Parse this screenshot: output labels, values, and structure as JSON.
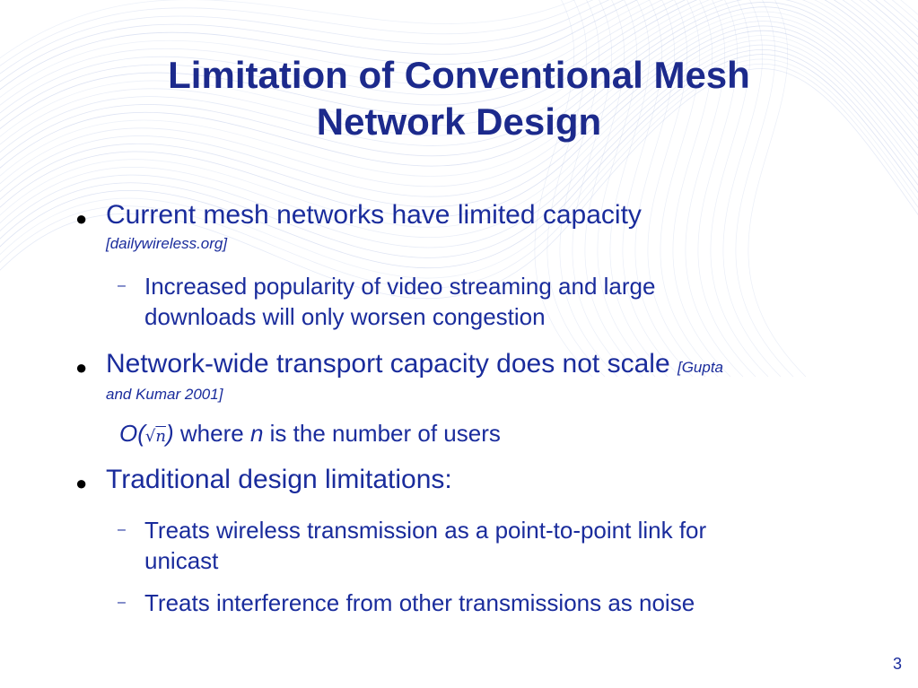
{
  "title": {
    "line1": "Limitation of Conventional Mesh",
    "line2": "Network Design"
  },
  "bullets": [
    {
      "text": "Current mesh networks have limited capacity",
      "cite": "[dailywireless.org]",
      "subitems": [
        "Increased popularity of video streaming and large",
        "downloads will only worsen congestion"
      ]
    },
    {
      "text": "Network-wide transport capacity does not scale",
      "cite_a": "[Gupta",
      "cite_b": "and Kumar 2001]",
      "formula": {
        "big_o": "O(",
        "sqrt_sym": "√",
        "var": "n",
        "close": ")",
        "where": "where",
        "n": "n",
        "rest": "is the number of users"
      }
    },
    {
      "text": "Traditional design limitations:",
      "subitems": [
        "Treats wireless transmission as a point-to-point link for",
        "unicast",
        "Treats interference from other transmissions as noise"
      ]
    }
  ],
  "page_number": "3",
  "colors": {
    "title": "#1c2a8c",
    "text": "#1a2c9c",
    "wave": "#b9c6e6"
  }
}
